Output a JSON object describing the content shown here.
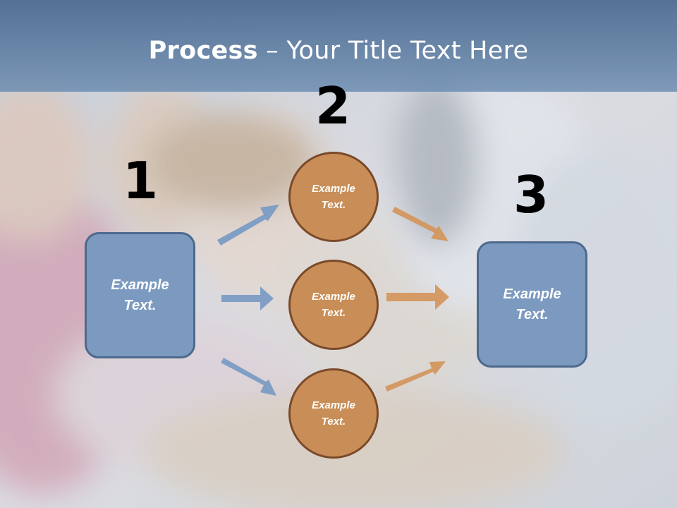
{
  "title": {
    "bold": "Process",
    "rest": " – Your Title Text Here"
  },
  "steps": [
    "1",
    "2",
    "3"
  ],
  "left_box": {
    "line1": "Example",
    "line2": "Text."
  },
  "circles": [
    {
      "line1": "Example",
      "line2": "Text."
    },
    {
      "line1": "Example",
      "line2": "Text."
    },
    {
      "line1": "Example",
      "line2": "Text."
    }
  ],
  "right_box": {
    "line1": "Example",
    "line2": "Text."
  },
  "colors": {
    "header": "#5b7ca3",
    "box_fill": "#7c9ac0",
    "box_border": "#4d6a8d",
    "circle_fill": "#c98e57",
    "circle_border": "#7a4a2a",
    "arrow_blue": "#7b9cc4",
    "arrow_orange": "#d4975f"
  }
}
